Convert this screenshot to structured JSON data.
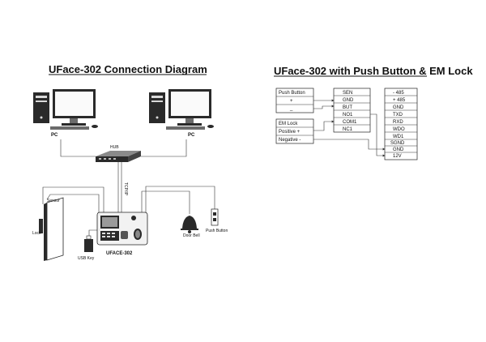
{
  "connection_diagram": {
    "title": "UFace-302 Connection Diagram",
    "pc_left": "PC",
    "pc_right": "PC",
    "hub": "HUB",
    "cable": "TCP/IP",
    "sensor": "Sensor",
    "lock": "Lock",
    "usb_key": "USB Key",
    "device": "UFACE-302",
    "door_bell": "Door Bell",
    "push_button": "Push Button"
  },
  "wiring_diagram": {
    "title": "UFace-302 with Push Button & EM Lock",
    "push_button_block": [
      "Push Button",
      "+",
      "_"
    ],
    "em_lock_block": [
      "EM Lock",
      "Positive +",
      "Negative -"
    ],
    "middle_block": [
      "SEN",
      "GND",
      "BUT",
      "NO1",
      "COM1",
      "NC1"
    ],
    "right_block": [
      "- 485",
      "+ 485",
      "GND",
      "TXD",
      "RXD",
      "WDO",
      "WD1",
      "SGND",
      "GND",
      "12V"
    ]
  }
}
